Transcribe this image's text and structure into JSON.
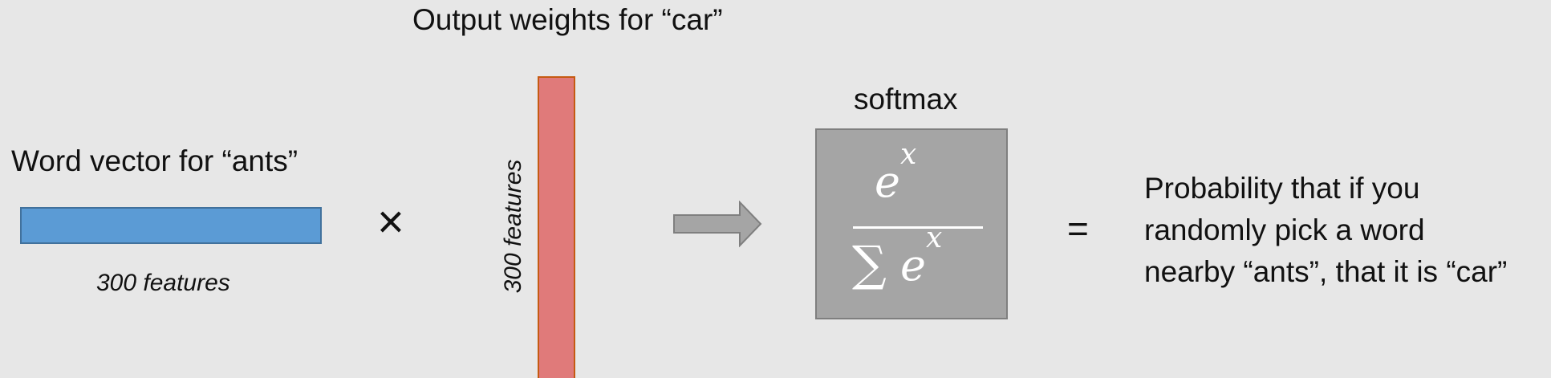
{
  "word_vector": {
    "title": "Word vector for “ants”",
    "features": "300 features",
    "color": "#5b9bd5"
  },
  "operator": "×",
  "output_weights": {
    "title": "Output weights for “car”",
    "features": "300 features",
    "color": "#e07a7a"
  },
  "softmax": {
    "label": "softmax",
    "numerator_base": "e",
    "numerator_exp": "x",
    "denominator_sigma": "∑",
    "denominator_base": "e",
    "denominator_exp": "x",
    "color": "#a5a5a5"
  },
  "equals": "=",
  "probability": {
    "lines": [
      "Probability that if you",
      "randomly pick a word",
      "nearby “ants”, that it is “car”"
    ]
  }
}
